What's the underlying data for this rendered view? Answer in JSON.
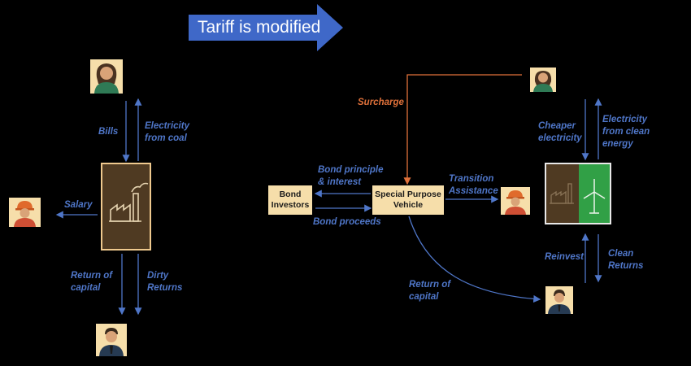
{
  "banner": {
    "text": "Tariff is modified",
    "color": "#3f68c8"
  },
  "colors": {
    "arrow": "#4f76c8",
    "surcharge": "#e0713a",
    "box": "#f6deaa",
    "coal": "#4f3a22",
    "clean": "#31a046"
  },
  "left": {
    "bills": "Bills",
    "electricity": "Electricity\nfrom coal",
    "salary": "Salary",
    "return_capital": "Return of\ncapital",
    "dirty_returns": "Dirty\nReturns"
  },
  "right": {
    "surcharge": "Surcharge",
    "bond_investors": "Bond\nInvestors",
    "spv": "Special Purpose\nVehicle",
    "bond_principle": "Bond principle\n& interest",
    "bond_proceeds": "Bond proceeds",
    "transition": "Transition\nAssistance",
    "cheaper": "Cheaper\nelectricity",
    "electricity_clean": "Electricity\nfrom clean\nenergy",
    "reinvest": "Reinvest",
    "clean_returns": "Clean\nReturns",
    "return_capital": "Return of\ncapital"
  },
  "icons": {
    "consumer": "woman-consumer-icon",
    "worker": "worker-hardhat-icon",
    "investor": "businessman-icon",
    "coal_plant": "factory-icon",
    "wind": "wind-turbine-icon"
  }
}
